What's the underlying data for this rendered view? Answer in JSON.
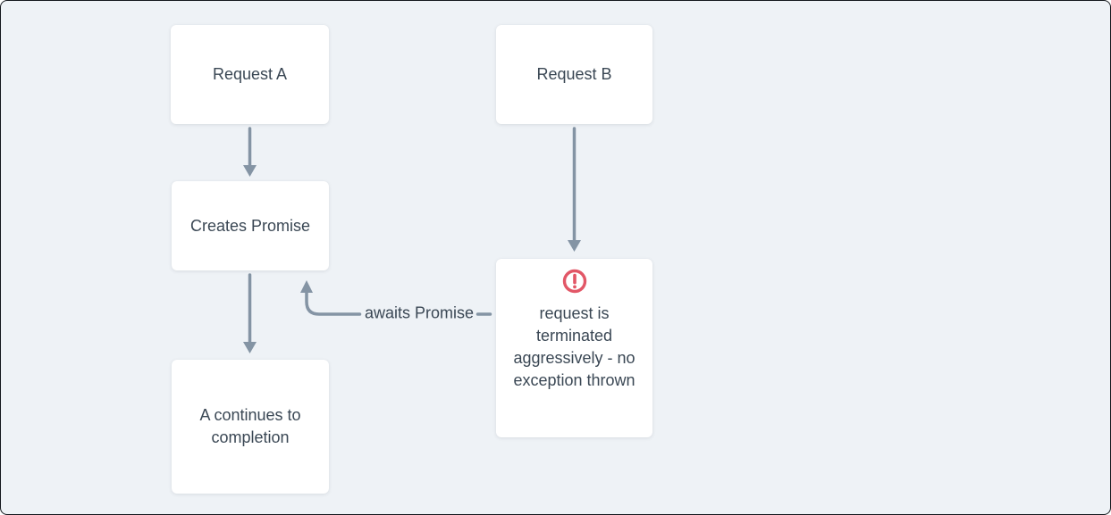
{
  "frame": {
    "background_color": "#eef2f6",
    "border_color": "#14181d"
  },
  "palette": {
    "node_background": "#ffffff",
    "text_color": "#3a4754",
    "arrow_color": "#8494a4",
    "warning_color": "#e25767"
  },
  "diagram": {
    "type": "flowchart",
    "nodes": {
      "request_a": {
        "label": "Request A"
      },
      "request_b": {
        "label": "Request B"
      },
      "creates_promise": {
        "label": "Creates Promise"
      },
      "a_continues": {
        "label": "A continues to completion"
      },
      "terminated": {
        "label": "request is terminated aggressively - no exception thrown",
        "icon": "warning-circle-exclamation-icon"
      }
    },
    "edges": {
      "request_a_to_creates_promise": {
        "from": "Request A",
        "to": "Creates Promise",
        "label": ""
      },
      "creates_promise_to_a_continues": {
        "from": "Creates Promise",
        "to": "A continues to completion",
        "label": ""
      },
      "request_b_to_terminated": {
        "from": "Request B",
        "to": "request is terminated aggressively - no exception thrown",
        "label": ""
      },
      "terminated_to_creates_promise": {
        "from": "request is terminated aggressively - no exception thrown",
        "to": "Creates Promise",
        "label": "awaits Promise"
      }
    }
  }
}
